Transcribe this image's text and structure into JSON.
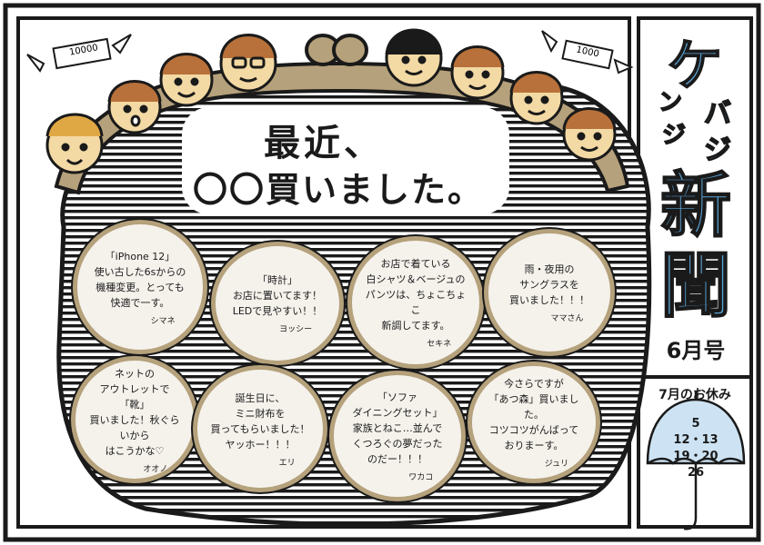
{
  "colors": {
    "ink": "#1a1a1a",
    "gold": "#b5a17b",
    "paper": "#f5f2ec",
    "blue": "#5aa3d6",
    "skin": "#f3d9a4",
    "hair": "#b8713a"
  },
  "banknotes": {
    "left": "10000",
    "right": "1000"
  },
  "header": {
    "title_line1": "最近、",
    "title_line2": "〇〇買いました。"
  },
  "masthead": {
    "title_ke": "ケ",
    "title_n": "ン",
    "title_ji": "ジ",
    "title_ba": "バ",
    "title_ji2": "ジ",
    "title_shin": "新",
    "title_bun": "聞",
    "issue": "6月号"
  },
  "holidays": {
    "label": "7月のお休み",
    "row1": "5",
    "row2": "12・13",
    "row3": "19・20",
    "row4": "26"
  },
  "posts": [
    {
      "text": "「iPhone 12」\n使い古した6sからの\n機種変更。とっても\n快適で一す。",
      "author": "シマネ"
    },
    {
      "text": "「時計」\nお店に置いてます！\nLEDで見やすい！！",
      "author": "ヨッシー"
    },
    {
      "text": "お店で着ている\n白シャツ＆ベージュの\nパンツは、ちょこちょこ\n新調してます。",
      "author": "セキネ"
    },
    {
      "text": "雨・夜用の\nサングラスを\n買いました！！！",
      "author": "ママさん"
    },
    {
      "text": "ネットの\nアウトレットで「靴」\n買いました！秋ぐらいから\nはこうかな♡",
      "author": "オオノ"
    },
    {
      "text": "誕生日に、\nミニ財布を\n買ってもらいました！\nヤッホー！！！",
      "author": "エリ"
    },
    {
      "text": "「ソファ\nダイニングセット」\n家族とねこ…並んで\nくつろぐの夢だった\nのだー！！！",
      "author": "ワカコ"
    },
    {
      "text": "今さらですが\n「あつ森」買いました。\nコツコツがんばって\nおりまーす。",
      "author": "ジュリ"
    }
  ]
}
